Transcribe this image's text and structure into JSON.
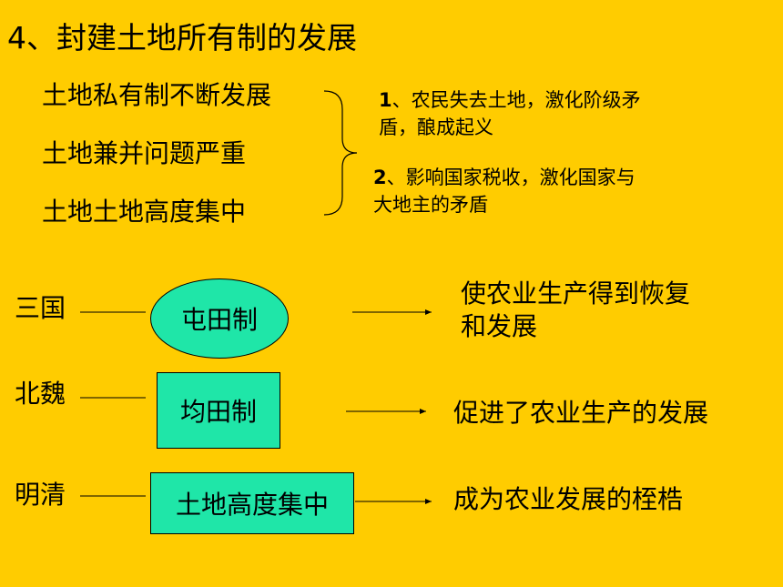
{
  "title": {
    "number": "4",
    "text": "、封建土地所有制的发展"
  },
  "causes": [
    "土地私有制不断发展",
    "土地兼并问题严重",
    "土地土地高度集中"
  ],
  "effects": [
    {
      "number": "1",
      "line1": "、农民失去土地，激化阶级矛",
      "line2": "盾，酿成起义"
    },
    {
      "number": "2",
      "line1": "、影响国家税收，激化国家与",
      "line2": "大地主的矛盾"
    }
  ],
  "rows": [
    {
      "era": "三国",
      "system": "屯田制",
      "outcome_line1": "使农业生产得到恢复",
      "outcome_line2": "和发展"
    },
    {
      "era": "北魏",
      "system": "均田制",
      "outcome_line1": "促进了农业生产的发展",
      "outcome_line2": ""
    },
    {
      "era": "明清",
      "system": "土地高度集中",
      "outcome_line1": "成为农业发展的桎梏",
      "outcome_line2": ""
    }
  ],
  "colors": {
    "background": "#FFCC00",
    "shape_fill": "#1FE6A8"
  }
}
